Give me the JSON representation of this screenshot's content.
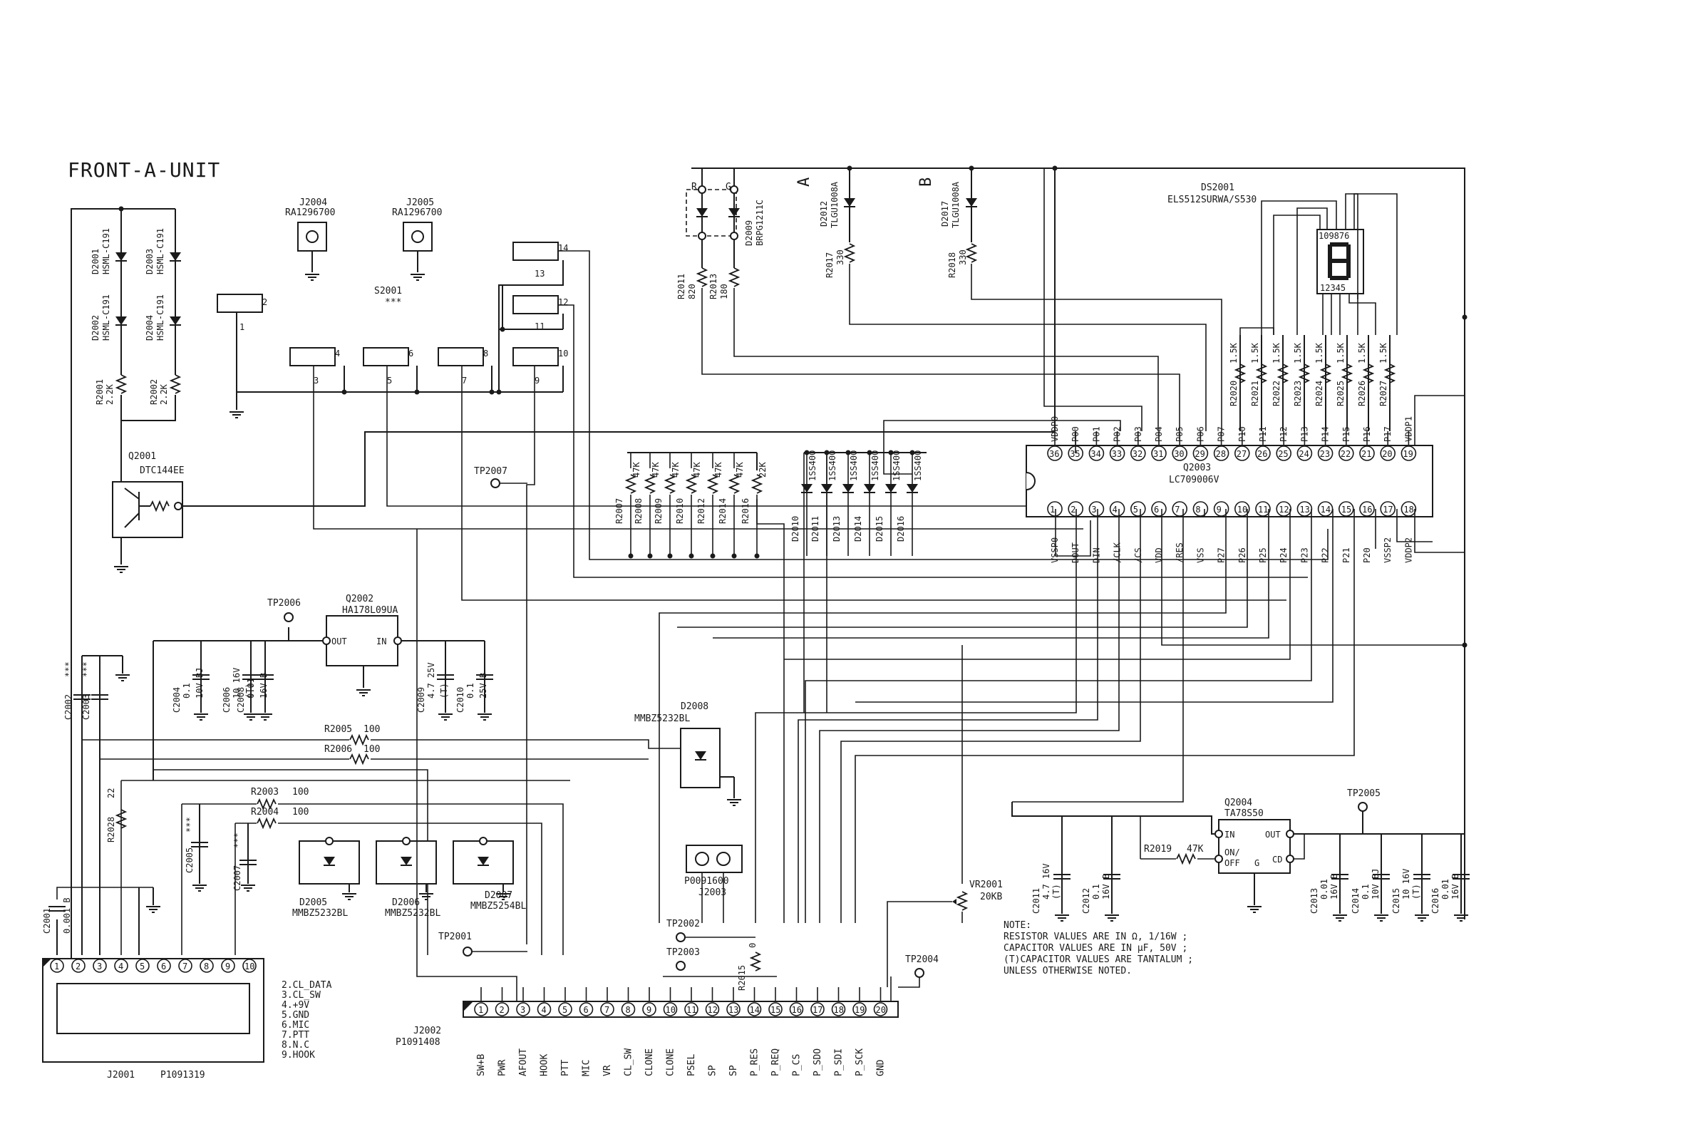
{
  "title": "FRONT-A-UNIT",
  "jacks": [
    {
      "ref": "J2004",
      "part": "RA1296700"
    },
    {
      "ref": "J2005",
      "part": "RA1296700"
    }
  ],
  "switch": {
    "ref": "S2001",
    "note": "***"
  },
  "leds_left": [
    {
      "ref": "D2001",
      "part": "HSML-C191"
    },
    {
      "ref": "D2002",
      "part": "HSML-C191"
    },
    {
      "ref": "D2003",
      "part": "HSML-C191"
    },
    {
      "ref": "D2004",
      "part": "HSML-C191"
    }
  ],
  "r_left": [
    {
      "ref": "R2001",
      "value": "2.2K"
    },
    {
      "ref": "R2002",
      "value": "2.2K"
    }
  ],
  "q2001": {
    "ref": "Q2001",
    "part": "DTC144EE"
  },
  "switch_pins": [
    "1",
    "2",
    "3",
    "4",
    "5",
    "6",
    "7",
    "8",
    "9",
    "10",
    "11",
    "12",
    "13",
    "14"
  ],
  "d2009": {
    "ref": "D2009",
    "part": "BRPG1211C",
    "r": "R",
    "g": "G"
  },
  "r2011": {
    "ref": "R2011",
    "value": "820"
  },
  "r2013": {
    "ref": "R2013",
    "value": "180"
  },
  "led_a": {
    "letter": "A",
    "ref": "D2012",
    "part": "TLGU1008A",
    "r_ref": "R2017",
    "r_val": "330"
  },
  "led_b": {
    "letter": "B",
    "ref": "D2017",
    "part": "TLGU1008A",
    "r_ref": "R2018",
    "r_val": "330"
  },
  "ds2001": {
    "ref": "DS2001",
    "part": "ELS512SURWA/S530",
    "top_pins": "109876",
    "bottom_pins": "12345"
  },
  "r_top": [
    {
      "ref": "R2020",
      "value": "1.5K"
    },
    {
      "ref": "R2021",
      "value": "1.5K"
    },
    {
      "ref": "R2022",
      "value": "1.5K"
    },
    {
      "ref": "R2023",
      "value": "1.5K"
    },
    {
      "ref": "R2024",
      "value": "1.5K"
    },
    {
      "ref": "R2025",
      "value": "1.5K"
    },
    {
      "ref": "R2026",
      "value": "1.5K"
    },
    {
      "ref": "R2027",
      "value": "1.5K"
    }
  ],
  "q2003": {
    "ref": "Q2003",
    "part": "LC709006V",
    "top_pins": [
      {
        "n": "36",
        "name": "VDDP0"
      },
      {
        "n": "35",
        "name": "P00"
      },
      {
        "n": "34",
        "name": "P01"
      },
      {
        "n": "33",
        "name": "P02"
      },
      {
        "n": "32",
        "name": "P03"
      },
      {
        "n": "31",
        "name": "P04"
      },
      {
        "n": "30",
        "name": "P05"
      },
      {
        "n": "29",
        "name": "P06"
      },
      {
        "n": "28",
        "name": "P07"
      },
      {
        "n": "27",
        "name": "P10"
      },
      {
        "n": "26",
        "name": "P11"
      },
      {
        "n": "25",
        "name": "P12"
      },
      {
        "n": "24",
        "name": "P13"
      },
      {
        "n": "23",
        "name": "P14"
      },
      {
        "n": "22",
        "name": "P15"
      },
      {
        "n": "21",
        "name": "P16"
      },
      {
        "n": "20",
        "name": "P17"
      },
      {
        "n": "19",
        "name": "VDDP1"
      }
    ],
    "bottom_pins": [
      {
        "n": "1",
        "name": "VSSP0"
      },
      {
        "n": "2",
        "name": "DOUT"
      },
      {
        "n": "3",
        "name": "DIN"
      },
      {
        "n": "4",
        "name": "/CLK"
      },
      {
        "n": "5",
        "name": "/CS"
      },
      {
        "n": "6",
        "name": "VDD"
      },
      {
        "n": "7",
        "name": "/RES"
      },
      {
        "n": "8",
        "name": "VSS"
      },
      {
        "n": "9",
        "name": "P27"
      },
      {
        "n": "10",
        "name": "P26"
      },
      {
        "n": "11",
        "name": "P25"
      },
      {
        "n": "12",
        "name": "P24"
      },
      {
        "n": "13",
        "name": "P23"
      },
      {
        "n": "14",
        "name": "P22"
      },
      {
        "n": "15",
        "name": "P21"
      },
      {
        "n": "16",
        "name": "P20"
      },
      {
        "n": "17",
        "name": "VSSP2"
      },
      {
        "n": "18",
        "name": "VDDP2"
      }
    ]
  },
  "r_mid": [
    {
      "ref": "R2007",
      "value": "47K"
    },
    {
      "ref": "R2008",
      "value": "47K"
    },
    {
      "ref": "R2009",
      "value": "47K"
    },
    {
      "ref": "R2010",
      "value": "47K"
    },
    {
      "ref": "R2012",
      "value": "47K"
    },
    {
      "ref": "R2014",
      "value": "47K"
    },
    {
      "ref": "R2016",
      "value": "22K"
    }
  ],
  "d_mid": [
    {
      "ref": "D2010",
      "part": "1SS400"
    },
    {
      "ref": "D2011",
      "part": "1SS400"
    },
    {
      "ref": "D2013",
      "part": "1SS400"
    },
    {
      "ref": "D2014",
      "part": "1SS400"
    },
    {
      "ref": "D2015",
      "part": "1SS400"
    },
    {
      "ref": "D2016",
      "part": "1SS400"
    }
  ],
  "tp": {
    "tp2001": "TP2001",
    "tp2002": "TP2002",
    "tp2003": "TP2003",
    "tp2004": "TP2004",
    "tp2005": "TP2005",
    "tp2006": "TP2006",
    "tp2007": "TP2007"
  },
  "q2002": {
    "ref": "Q2002",
    "part": "HA178L09UA",
    "out": "OUT",
    "in": "IN"
  },
  "caps_reg": [
    {
      "ref": "C2004",
      "v1": "0.1",
      "v2": "10V BJ"
    },
    {
      "ref": "C2006",
      "v1": "10 16V",
      "v2": "(T)"
    },
    {
      "ref": "C2008",
      "v1": "0.01",
      "v2": "16V B"
    },
    {
      "ref": "C2009",
      "v1": "4.7 25V",
      "v2": "(T)"
    },
    {
      "ref": "C2010",
      "v1": "0.1",
      "v2": "25V B"
    }
  ],
  "c2002": {
    "ref": "C2002",
    "note": "***"
  },
  "c2003": {
    "ref": "C2003",
    "note": "***"
  },
  "r2005": {
    "ref": "R2005",
    "value": "100"
  },
  "r2006": {
    "ref": "R2006",
    "value": "100"
  },
  "d2008": {
    "ref": "D2008",
    "part": "MMBZ5232BL"
  },
  "r2003": {
    "ref": "R2003",
    "value": "100"
  },
  "r2004": {
    "ref": "R2004",
    "value": "100"
  },
  "r2028": {
    "ref": "R2028",
    "value": "22"
  },
  "c2005": {
    "ref": "C2005",
    "note": "***"
  },
  "c2007": {
    "ref": "C2007",
    "note": "***"
  },
  "zeners": [
    {
      "ref": "D2005",
      "part": "MMBZ5232BL"
    },
    {
      "ref": "D2006",
      "part": "MMBZ5232BL"
    },
    {
      "ref": "D2007",
      "part": "MMBZ5254BL"
    }
  ],
  "c2001": {
    "ref": "C2001",
    "value": "0.001 B"
  },
  "j2003": {
    "ref": "J2003",
    "part": "P0091600"
  },
  "r2015": {
    "ref": "R2015",
    "value": "0"
  },
  "vr2001": {
    "ref": "VR2001",
    "value": "20KB"
  },
  "q2004": {
    "ref": "Q2004",
    "part": "TA78S50",
    "in": "IN",
    "out": "OUT",
    "onoff": "ON/",
    "off": "OFF",
    "g": "G",
    "cd": "CD"
  },
  "r2019": {
    "ref": "R2019",
    "value": "47K"
  },
  "caps_right": [
    {
      "ref": "C2011",
      "v1": "4.7 16V",
      "v2": "(T)"
    },
    {
      "ref": "C2012",
      "v1": "0.1",
      "v2": "16V B"
    },
    {
      "ref": "C2013",
      "v1": "0.01",
      "v2": "16V B"
    },
    {
      "ref": "C2014",
      "v1": "0.1",
      "v2": "10V BJ"
    },
    {
      "ref": "C2015",
      "v1": "10 16V",
      "v2": "(T)"
    },
    {
      "ref": "C2016",
      "v1": "0.01",
      "v2": "16V B"
    }
  ],
  "note": [
    "NOTE:",
    "RESISTOR VALUES ARE IN Ω, 1/16W ;",
    "CAPACITOR VALUES ARE IN μF, 50V ;",
    "(T)CAPACITOR VALUES ARE TANTALUM ;",
    "UNLESS OTHERWISE NOTED."
  ],
  "j2001": {
    "ref": "J2001",
    "part": "P1091319",
    "pins": [
      "1",
      "2",
      "3",
      "4",
      "5",
      "6",
      "7",
      "8",
      "9",
      "10"
    ]
  },
  "j2001_legend": [
    "2.CL_DATA",
    "3.CL_SW",
    "4.+9V",
    "5.GND",
    "6.MIC",
    "7.PTT",
    "8.N.C",
    "9.HOOK"
  ],
  "j2002": {
    "ref": "J2002",
    "part": "P1091408",
    "pins": [
      "1",
      "2",
      "3",
      "4",
      "5",
      "6",
      "7",
      "8",
      "9",
      "10",
      "11",
      "12",
      "13",
      "14",
      "15",
      "16",
      "17",
      "18",
      "19",
      "20"
    ],
    "signals": [
      "SW+B",
      "PWR",
      "AFOUT",
      "HOOK",
      "PTT",
      "MIC",
      "VR",
      "CL_SW",
      "CLONE",
      "CLONE",
      "PSEL",
      "SP",
      "SP",
      "P_RES",
      "P_REQ",
      "P_CS",
      "P_SDO",
      "P_SDI",
      "P_SCK",
      "GND"
    ]
  }
}
